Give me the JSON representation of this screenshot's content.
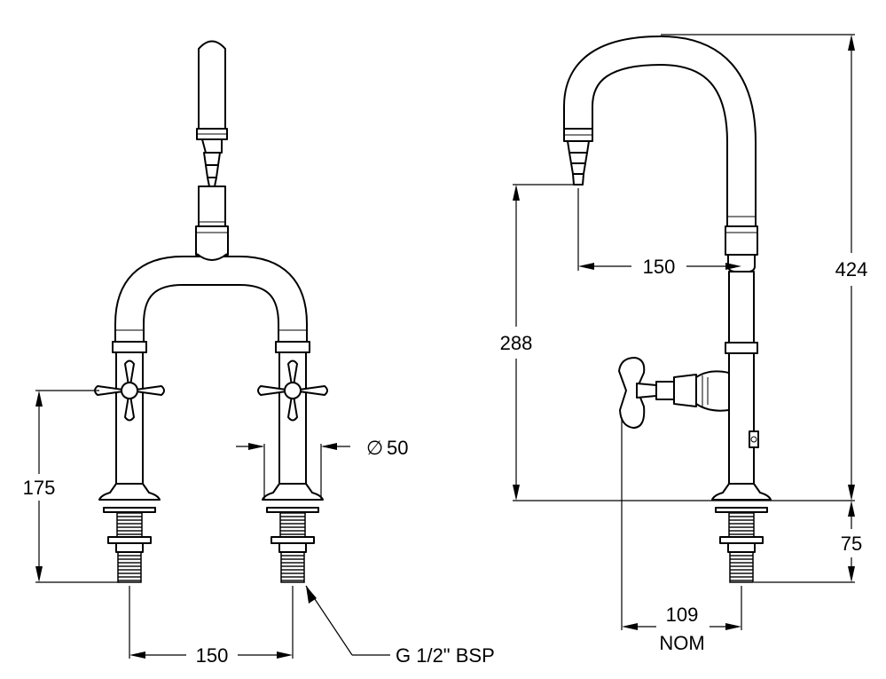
{
  "dimensions": {
    "front_spacing": "150",
    "front_height": "175",
    "front_diameter_symbol": "∅",
    "front_diameter": "50",
    "thread_spec": "G 1/2\" BSP",
    "side_reach": "150",
    "side_outlet_height": "288",
    "side_total_height": "424",
    "side_shank": "75",
    "side_handle_offset": "109",
    "side_handle_offset_note": "NOM"
  },
  "colors": {
    "line": "#000000",
    "background": "#ffffff"
  }
}
